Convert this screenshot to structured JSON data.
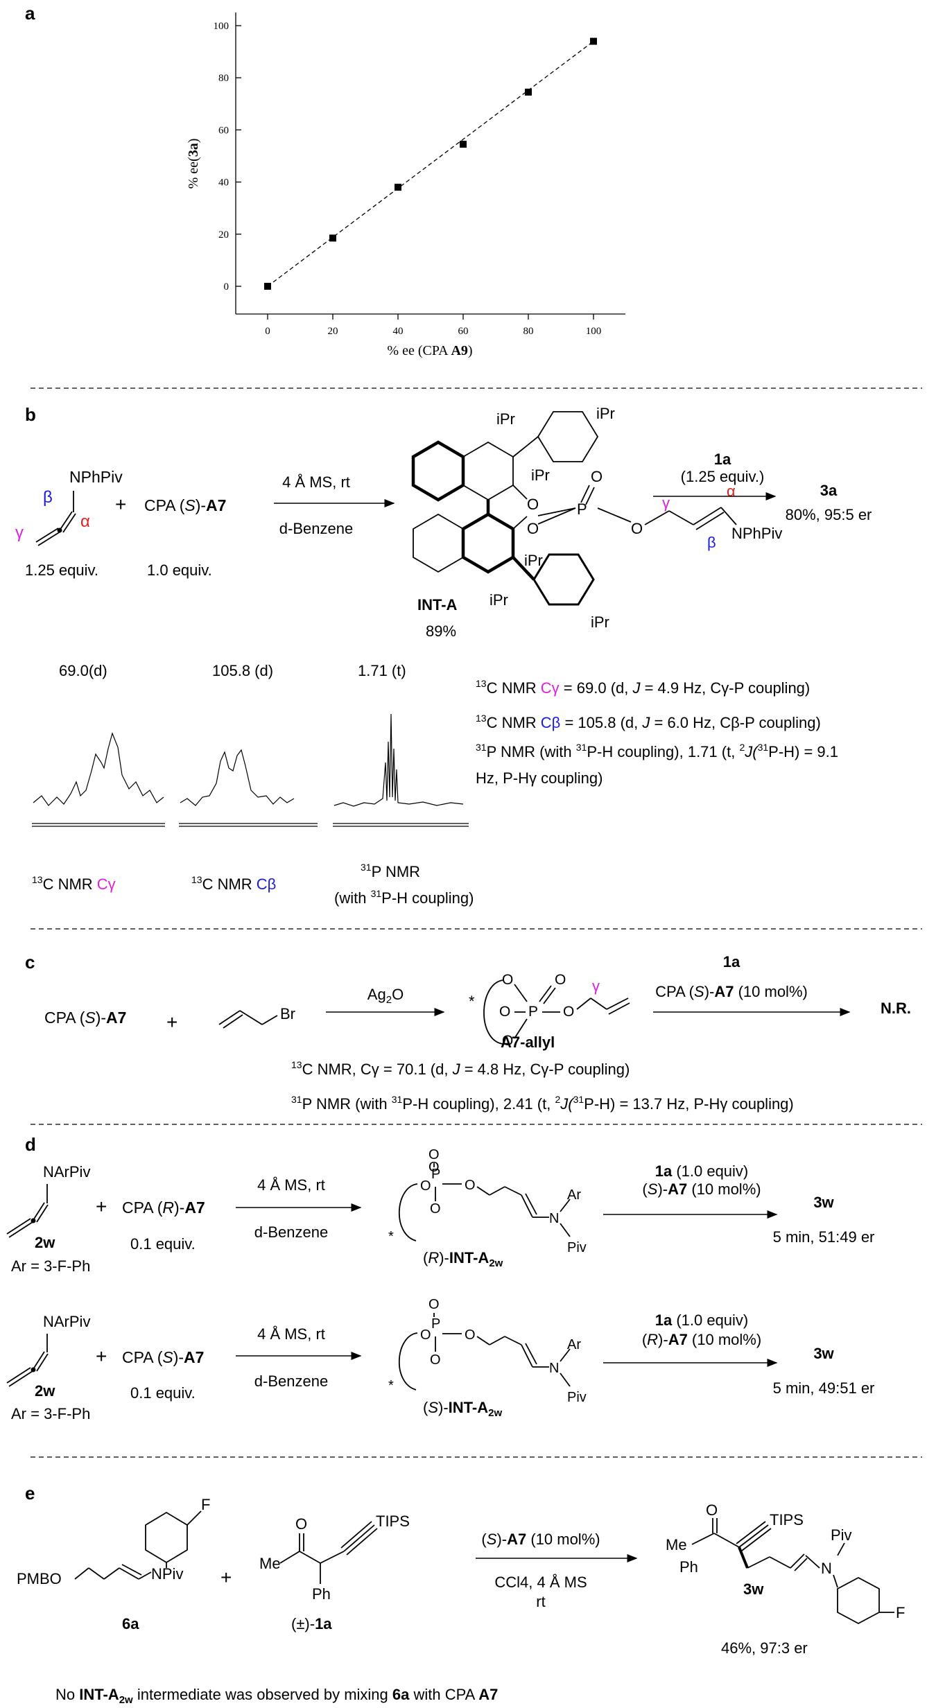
{
  "panels": {
    "a": "a",
    "b": "b",
    "c": "c",
    "d": "d",
    "e": "e"
  },
  "panel_a": {
    "xlabel_pre": "% ee (CPA ",
    "xlabel_bold": "A9",
    "xlabel_post": ")",
    "ylabel_pre": "% ee(",
    "ylabel_bold": "3a",
    "ylabel_post": ")"
  },
  "chart_data": {
    "type": "scatter",
    "title": "",
    "xlabel": "% ee (CPA A9)",
    "ylabel": "% ee(3a)",
    "xlim": [
      -10,
      110
    ],
    "ylim": [
      -10,
      105
    ],
    "xticks": [
      "0",
      "20",
      "40",
      "60",
      "80",
      "100"
    ],
    "yticks": [
      "0",
      "20",
      "40",
      "60",
      "80",
      "100"
    ],
    "x": [
      0,
      20,
      40,
      60,
      80,
      100
    ],
    "y": [
      0,
      18.5,
      38,
      54.5,
      74.5,
      94
    ],
    "fit_line": "dashed",
    "grid": false
  },
  "panel_b": {
    "nitrogen_group": "NPhPiv",
    "alpha": "α",
    "beta": "β",
    "gamma": "γ",
    "plus": "+",
    "reagent": "CPA (S)-A7",
    "reagent_pre": "CPA (",
    "reagent_s": "S",
    "reagent_mid": ")-",
    "reagent_bold": "A7",
    "equiv_allene": "1.25 equiv.",
    "equiv_cpa": "1.0 equiv.",
    "cond_top": "4 Å MS, rt",
    "cond_bottom": "d-Benzene",
    "ipr": "iPr",
    "o": "O",
    "p": "P",
    "int_label": "INT-A",
    "int_yield": "89%",
    "step2_top": "1a",
    "step2_equiv": "(1.25 equiv.)",
    "product": "3a",
    "product_result": "80%, 95:5 er",
    "peak1": "69.0(d)",
    "peak2": "105.8 (d)",
    "peak3": "1.71 (t)",
    "nmr_line1": "13C NMR Cγ = 69.0 (d, J = 4.9 Hz, Cγ-P coupling)",
    "nmr_line2": "13C NMR Cβ = 105.8 (d, J = 6.0 Hz, Cβ-P coupling)",
    "nmr_line3": "31P NMR (with 31P-H coupling), 1.71 (t, 2J(31P-H) = 9.1",
    "nmr_line4": "Hz, P-Hγ coupling)",
    "cap1": "13C NMR Cγ",
    "cap2": "13C NMR Cβ",
    "cap3a": "31P NMR",
    "cap3b": "(with 31P-H coupling)",
    "sup13": "13",
    "sup31": "31",
    "sup2": "2",
    "c_nmr": "C NMR ",
    "c_gamma": "Cγ",
    "c_beta": "Cβ",
    "eq_g": " = 69.0 (d, ",
    "eq_g2": " = 4.9 Hz, Cγ-P coupling)",
    "eq_b": " = 105.8 (d, ",
    "eq_b2": " = 6.0 Hz, Cβ-P coupling)",
    "j": "J",
    "p_nmr_a": "P NMR (with ",
    "p_nmr_b": "P-H coupling), 1.71 (t, ",
    "p_nmr_c": "J(",
    "p_nmr_d": "P-H) = 9.1",
    "p_nmr_cap": "P NMR",
    "with_open": "(with ",
    "ph_close": "P-H coupling)"
  },
  "panel_c": {
    "reagent_pre": "CPA (",
    "reagent_s": "S",
    "reagent_mid": ")-",
    "reagent_bold": "A7",
    "plus": "+",
    "br": "Br",
    "ag2o": "Ag2O",
    "ag": "Ag",
    "ag_sub": "2",
    "ag_o": "O",
    "star": "*",
    "o": "O",
    "p": "P",
    "gamma": "γ",
    "label": "A7-allyl",
    "step2_top": "1a",
    "step2_pre": "CPA (",
    "step2_s": "S",
    "step2_mid": ")-",
    "step2_bold": "A7",
    "step2_post": " (10 mol%)",
    "result": "N.R.",
    "nmr1": "13C NMR, Cγ = 70.1 (d, J = 4.8 Hz, Cγ-P coupling)",
    "nmr1_a": "C NMR, Cγ = 70.1 (d, ",
    "nmr1_j": "J",
    "nmr1_b": " = 4.8 Hz, Cγ-P coupling)",
    "nmr2": "31P NMR (with 31P-H coupling), 2.41 (t, 2J(31P-H) = 13.7 Hz, P-Hγ coupling)",
    "nmr2_a": "P NMR (with ",
    "nmr2_b": "P-H coupling), 2.41 (t, ",
    "nmr2_j": "J(",
    "nmr2_c": "P-H) = 13.7 Hz, P-Hγ coupling)",
    "sup13": "13",
    "sup31": "31",
    "sup2": "2"
  },
  "panel_d": {
    "nitrogen_group": "NArPiv",
    "plus": "+",
    "allene_label": "2w",
    "ar": "Ar = 3-F-Ph",
    "equiv": "0.1 equiv.",
    "cond_top": "4 Å MS, rt",
    "cond_bottom": "d-Benzene",
    "o": "O",
    "p": "P",
    "star": "*",
    "ar_sub": "Ar",
    "n": "N",
    "piv": "Piv",
    "int_bold": "INT-A",
    "int_sub": "2w",
    "one_a": "1a",
    "one_a_equiv": " (1.0 equiv)",
    "cat_post": "-A7 (10 mol%)",
    "cat_bold": "A7",
    "cat_tail": " (10 mol%)",
    "product": "3w",
    "r1_reagent_pre": "CPA (",
    "r1_config": "R",
    "r1_reagent_mid": ")-",
    "r1_reagent_bold": "A7",
    "r1_int_config": "R",
    "r1_cat_config": "S",
    "r1_result": "5 min, 51:49 er",
    "r2_reagent_pre": "CPA (",
    "r2_config": "S",
    "r2_reagent_mid": ")-",
    "r2_reagent_bold": "A7",
    "r2_int_config": "S",
    "r2_cat_config": "R",
    "r2_result": "5 min, 49:51 er"
  },
  "panel_e": {
    "f": "F",
    "pmbo": "PMBO",
    "npiv": "NPiv",
    "plus": "+",
    "label_6a": "6a",
    "o": "O",
    "me": "Me",
    "ph": "Ph",
    "tips": "TIPS",
    "label_1a_pre": "(±)-",
    "label_1a_bold": "1a",
    "cond_pre": "(",
    "cond_s": "S",
    "cond_mid": ")-",
    "cond_bold": "A7",
    "cond_post": " (10 mol%)",
    "cond2": "CCl4, 4 Å MS",
    "cond3": "rt",
    "piv": "Piv",
    "n": "N",
    "product": "3w",
    "result": "46%, 97:3 er",
    "footer_a": "No ",
    "footer_bold": "INT-A",
    "footer_sub": "2w",
    "footer_b": " intermediate was observed by mixing ",
    "footer_bold2": "6a",
    "footer_c": " with CPA ",
    "footer_bold3": "A7"
  },
  "colors": {
    "alpha": "#e02020",
    "beta": "#1a1adf",
    "gamma": "#e020e0"
  }
}
